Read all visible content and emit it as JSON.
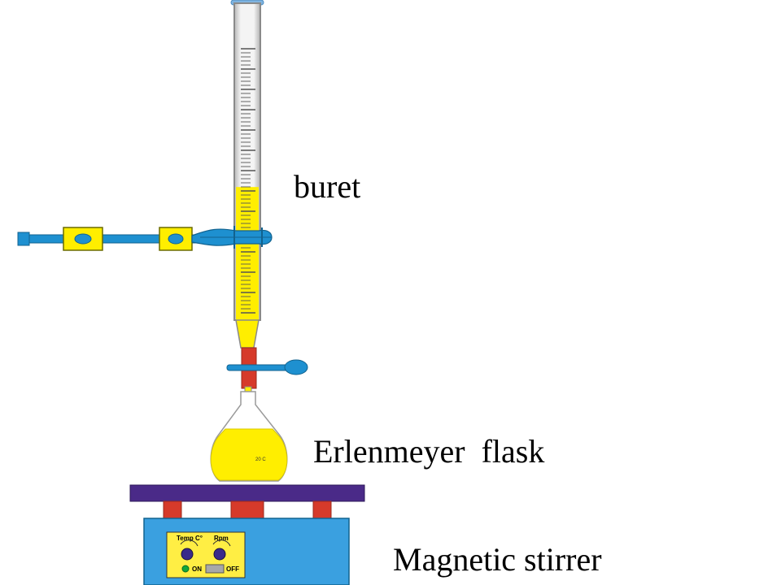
{
  "labels": {
    "buret": "buret",
    "flask": "Erlenmeyer  flask",
    "stirrer": "Magnetic stirrer"
  },
  "flask_marking": "20 C",
  "stirrer_panel": {
    "temp_label": "Temp C°",
    "rpm_label": "Rpm",
    "on_label": "ON",
    "off_label": "OFF"
  },
  "buret_fill_fraction": 0.42,
  "colors": {
    "liquid": "#ffee00",
    "clamp_metal": "#1e90d0",
    "stopcock": "#d63a2a",
    "stirrer_top": "#4a2a88",
    "stirrer_body": "#3aa0e0",
    "panel": "#ffee44"
  }
}
